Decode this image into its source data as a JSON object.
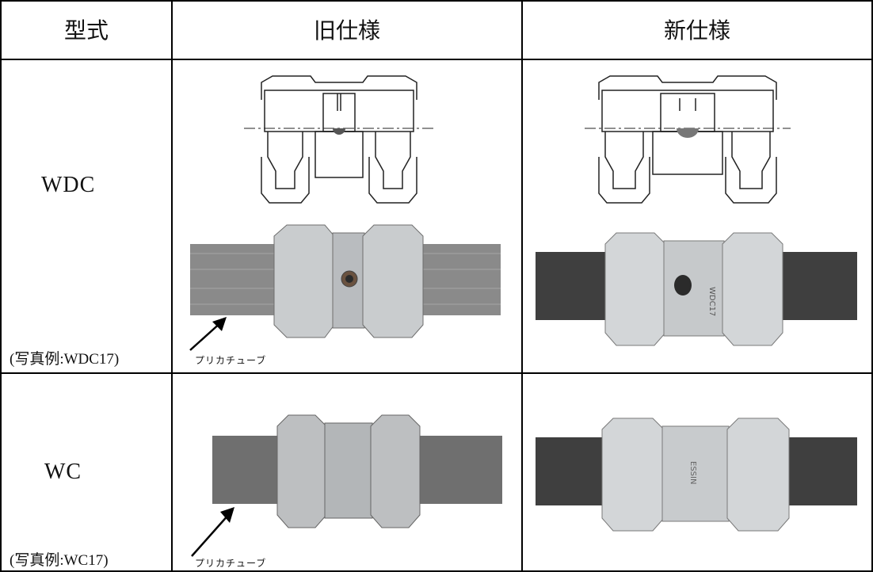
{
  "table": {
    "headers": [
      "型式",
      "旧仕様",
      "新仕様"
    ],
    "rows": [
      {
        "model": "WDC",
        "photo_caption": "(写真例:WDC17)",
        "old_arrow_label": "プリカチューブ",
        "new_body_marking": "WDC17"
      },
      {
        "model": "WC",
        "photo_caption": "(写真例:WC17)",
        "old_arrow_label": "プリカチューブ",
        "new_body_marking": "ESSIN"
      }
    ]
  },
  "colors": {
    "border": "#000000",
    "tube_old": "#8a8a8a",
    "tube_new": "#3f3f3f",
    "metal": "#c9ccce"
  },
  "icons": [
    "arrow-icon",
    "cross-section-drawing",
    "connector-photo"
  ]
}
